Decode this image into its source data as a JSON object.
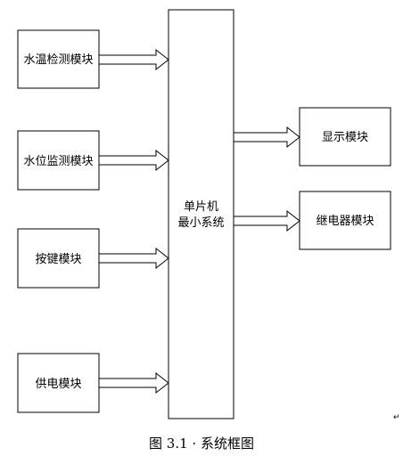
{
  "diagram": {
    "inputs": {
      "water_temp": "水温检测模块",
      "water_level": "水位监测模块",
      "keys": "按键模块",
      "power": "供电模块"
    },
    "mcu": {
      "line1": "单片机",
      "line2": "最小系统"
    },
    "outputs": {
      "display": "显示模块",
      "relay": "继电器模块"
    },
    "caption": "图 3.1 · 系统框图",
    "paragraph_mark": "↵"
  }
}
